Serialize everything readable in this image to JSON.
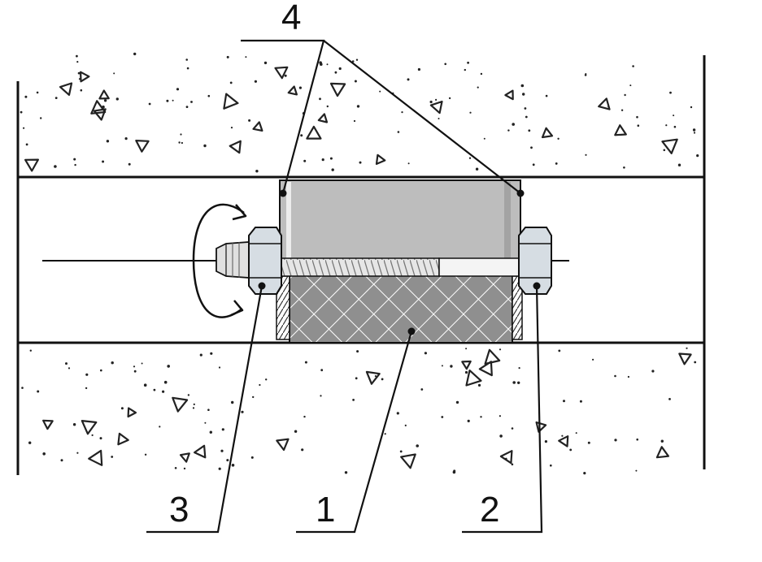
{
  "callouts": {
    "label_1": "1",
    "label_2": "2",
    "label_3": "3",
    "label_4": "4"
  },
  "colors": {
    "line": "#111111",
    "sleeve_fill": "#bdbdbd",
    "sleeve_crosshatch_fill": "#8f8f8f",
    "nut_fill": "#d6dde3",
    "rod_thread_fill": "#d9d9d9"
  }
}
